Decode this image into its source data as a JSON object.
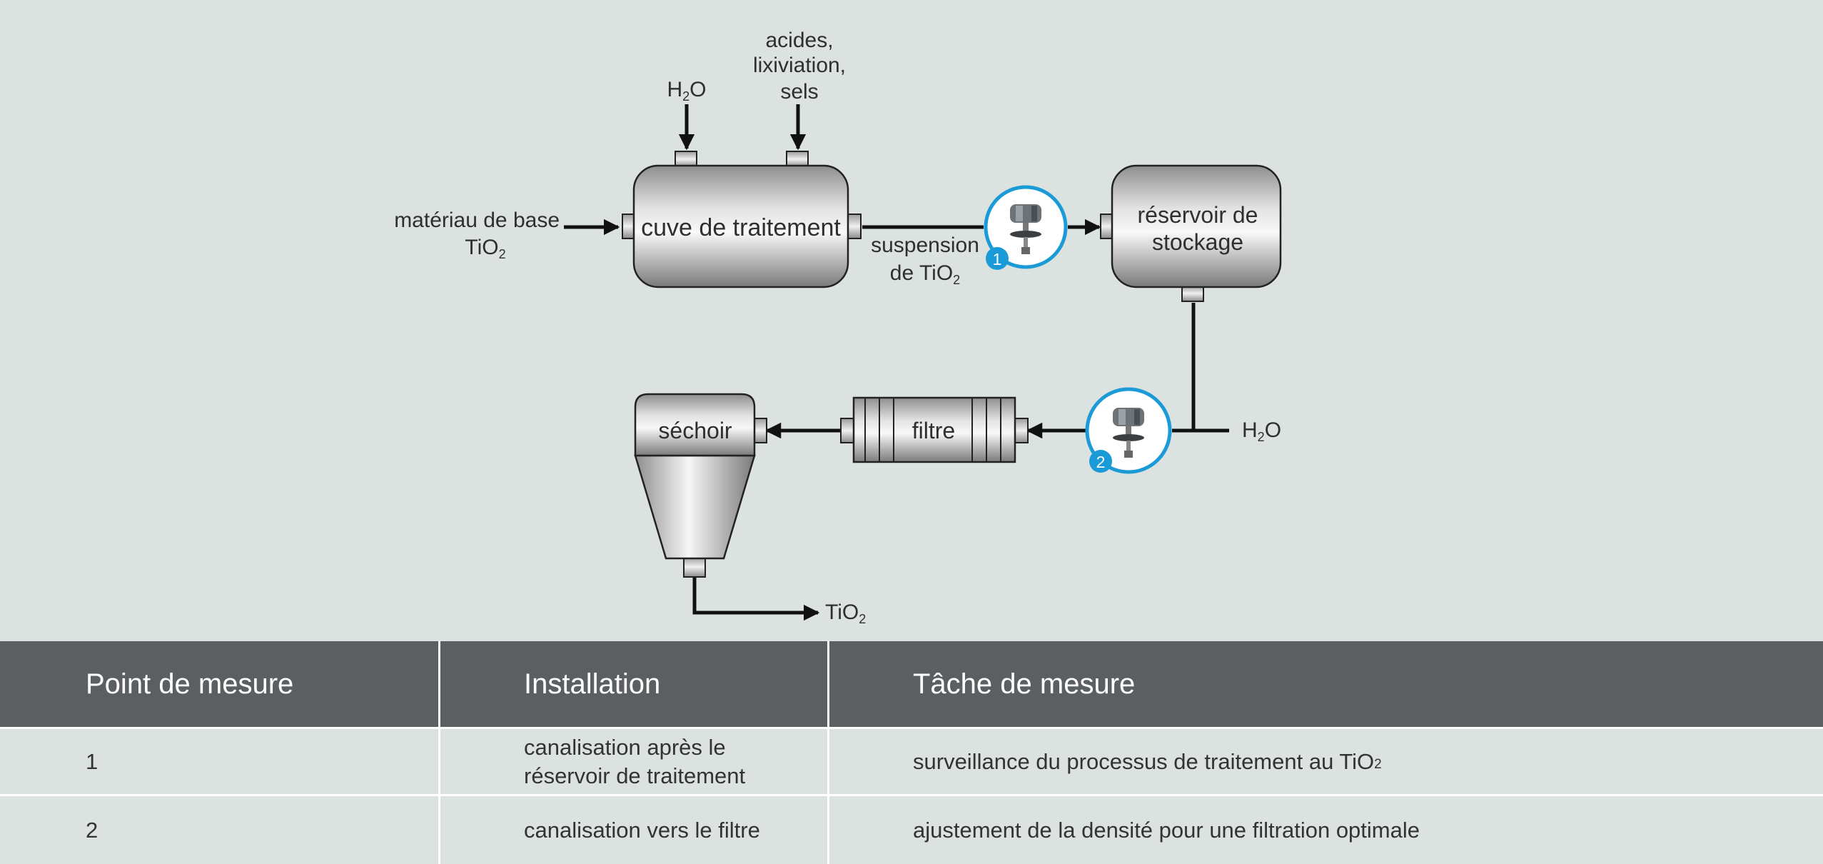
{
  "diagram": {
    "labels": {
      "water_top": "H",
      "water_top_sub": "2",
      "water_top_end": "O",
      "acids_line1": "acides,",
      "acids_line2": "lixiviation,",
      "acids_line3": "sels",
      "base_line1": "matériau de base",
      "base_line2": "TiO",
      "base_line2_sub": "2",
      "treatment_tank": "cuve de traitement",
      "suspension_line1": "suspension",
      "suspension_line2": "de TiO",
      "suspension_line2_sub": "2",
      "storage_line1": "réservoir de",
      "storage_line2": "stockage",
      "water_right": "H",
      "water_right_sub": "2",
      "water_right_end": "O",
      "filter": "filtre",
      "dryer": "séchoir",
      "output": "TiO",
      "output_sub": "2",
      "point1": "1",
      "point2": "2"
    },
    "colors": {
      "background": "#dce2df",
      "pipe": "#111111",
      "measure_ring": "#1a9ad6"
    }
  },
  "table": {
    "headers": [
      "Point de mesure",
      "Installation",
      "Tâche de mesure"
    ],
    "rows": [
      {
        "point": "1",
        "installation_line1": "canalisation après le",
        "installation_line2": "réservoir de traitement",
        "task": "surveillance du processus de traitement au TiO",
        "task_sub": "2"
      },
      {
        "point": "2",
        "installation_line1": "canalisation vers le filtre",
        "installation_line2": "",
        "task": "ajustement de la densité pour une filtration optimale",
        "task_sub": ""
      }
    ],
    "header_color": "#5c5f62"
  }
}
